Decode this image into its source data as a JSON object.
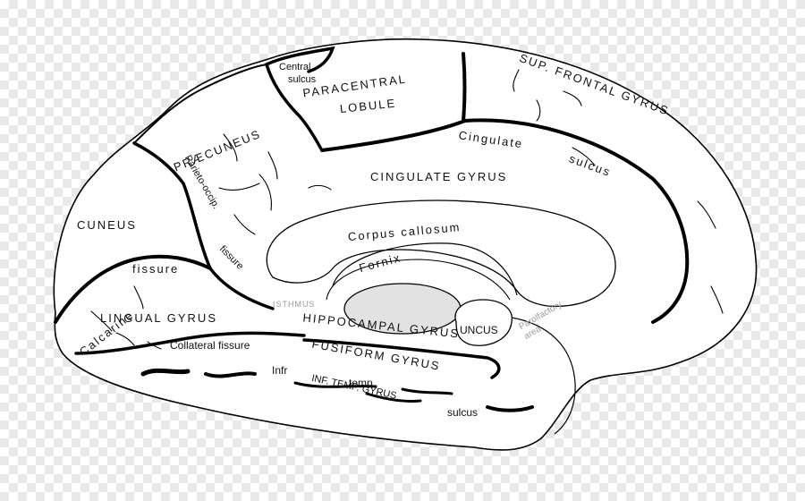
{
  "labels": {
    "central_sulcus_1": "Central",
    "central_sulcus_2": "sulcus",
    "paracentral_1": "PARACENTRAL",
    "paracentral_2": "LOBULE",
    "praecuneus": "PRÆCUNEUS",
    "sup_frontal": "SUP. FRONTAL GYRUS",
    "cingulate_sulcus_1": "Cingulate",
    "cingulate_sulcus_2": "sulcus",
    "cingulate_gyrus": "CINGULATE GYRUS",
    "parieto_occip": "Parieto-occip.",
    "fissure_vertical": "fissure",
    "cuneus": "CUNEUS",
    "corpus_callosum": "Corpus callosum",
    "fornix": "Fornix",
    "calcarine": "Calcarine",
    "fissure_calcarine": "fissure",
    "lingual": "LINGUAL GYRUS",
    "isthmus": "ISTHMUS",
    "hippocampal": "HIPPOCAMPAL GYRUS",
    "uncus": "UNCUS",
    "parolfactory_1": "Parolfactory",
    "parolfactory_2": "area",
    "collateral": "Collateral fissure",
    "fusiform": "FUSIFORM GYRUS",
    "infr": "Infr",
    "temp": "temp.",
    "inf_temp": "INF. TEMP. GYRUS",
    "sulcus_temp": "sulcus"
  },
  "colors": {
    "outline": "#000000",
    "fill": "#ffffff",
    "thalamus": "#e2e2e2",
    "muted_label": "#9a9a9a"
  }
}
